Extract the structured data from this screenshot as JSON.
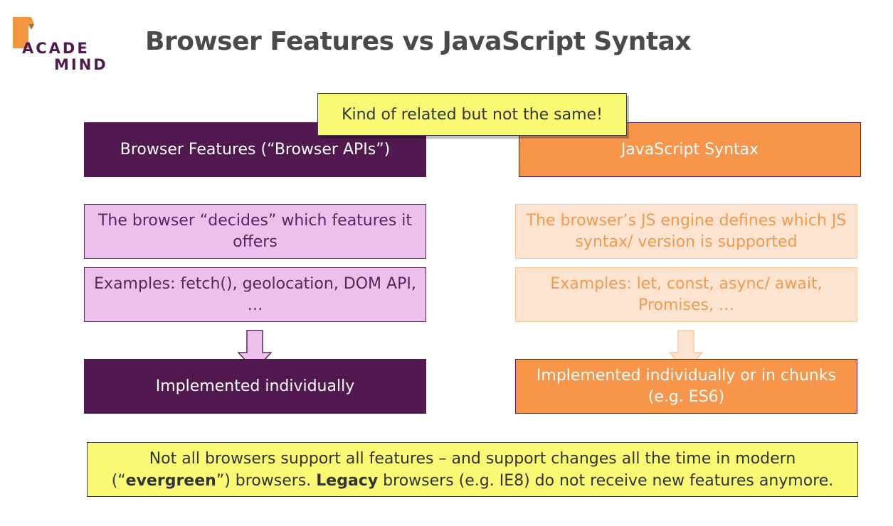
{
  "logo": {
    "line1": "ACADE",
    "line2": "MIND"
  },
  "title": "Browser Features vs JavaScript Syntax",
  "callout": "Kind of related but not the same!",
  "left": {
    "header": "Browser Features (“Browser APIs”)",
    "box1": "The browser “decides” which features it offers",
    "box2": "Examples: fetch(), geolocation, DOM API, …",
    "result": "Implemented individually"
  },
  "right": {
    "header": "JavaScript Syntax",
    "box1": "The browser’s JS engine defines which JS syntax/ version is supported",
    "box2": "Examples: let, const, async/ await, Promises, …",
    "result": "Implemented individually or in chunks (e.g. ES6)"
  },
  "footer": {
    "part1": "Not all browsers support all features – and support changes all the time in modern (“",
    "bold1": "evergreen",
    "part2": "”) browsers. ",
    "bold2": "Legacy",
    "part3": " browsers (e.g. IE8) do not receive new features anymore."
  },
  "colors": {
    "purple_dark": "#521950",
    "purple_light": "#ecc0ec",
    "orange_dark": "#f7954a",
    "orange_light": "#fde4d0",
    "yellow": "#f9fa74"
  }
}
